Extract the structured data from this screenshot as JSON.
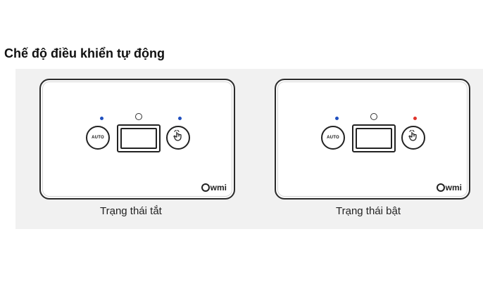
{
  "heading": "Chế độ điều khiển tự động",
  "colors": {
    "led_blue": "#1f4fbf",
    "led_red": "#e0332b"
  },
  "panels": [
    {
      "caption": "Trạng thái tắt",
      "auto_label": "AUTO",
      "brand": "wmi",
      "left_led": "blue",
      "right_led": "blue",
      "touch_icon": "hand-touch-icon"
    },
    {
      "caption": "Trạng thái bật",
      "auto_label": "AUTO",
      "brand": "wmi",
      "left_led": "blue",
      "right_led": "red",
      "touch_icon": "hand-touch-icon"
    }
  ]
}
